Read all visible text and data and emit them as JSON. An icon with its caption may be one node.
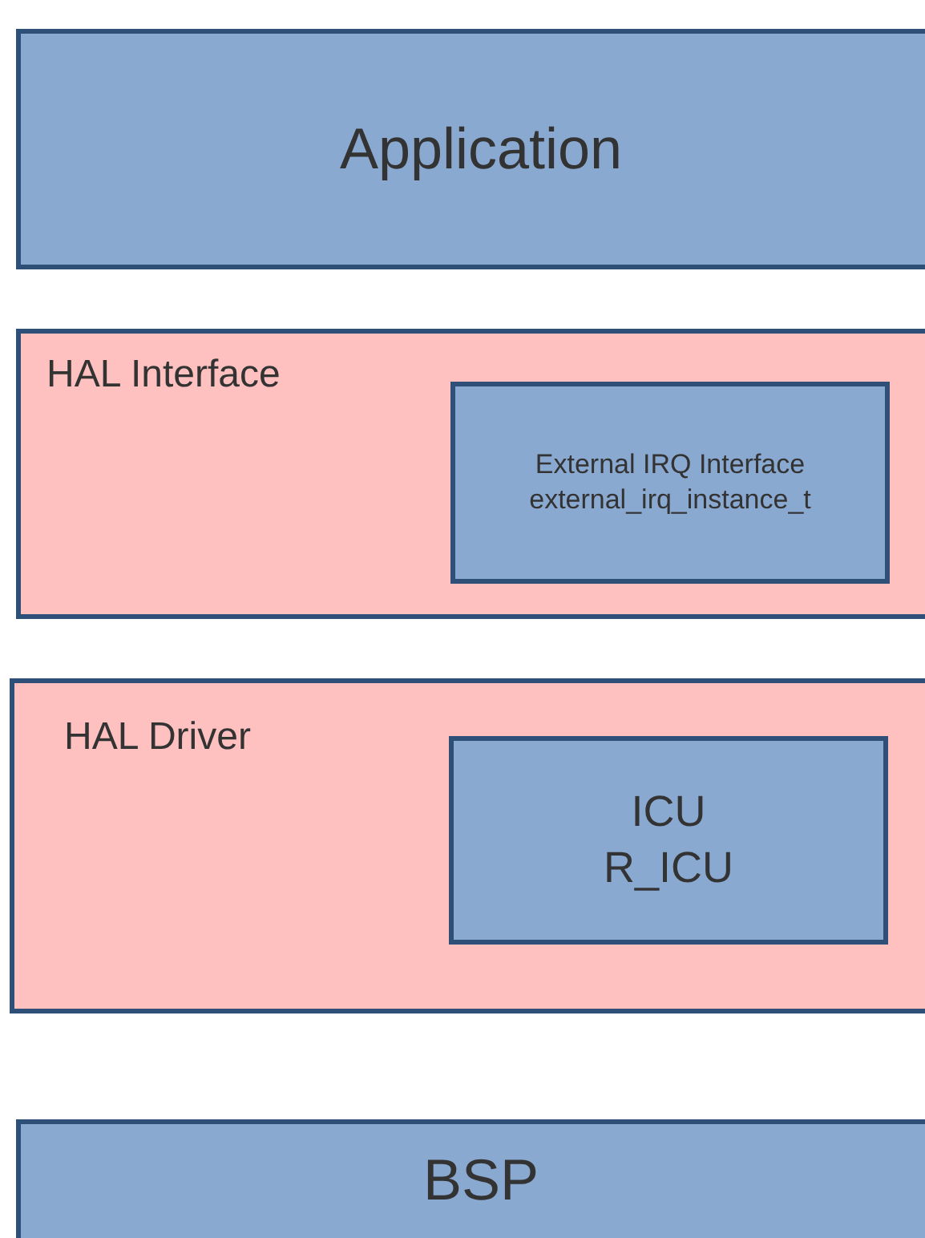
{
  "diagram": {
    "nodes": [
      {
        "text": [
          "Application"
        ]
      },
      {
        "text": [
          "HAL Interface"
        ]
      },
      {
        "text": [
          "External IRQ Interface",
          "external_irq_instance_t"
        ],
        "in": 1
      },
      {
        "text": [
          "HAL Driver"
        ]
      },
      {
        "text": [
          "ICU",
          "R_ICU"
        ],
        "in": 3
      },
      {
        "text": [
          "BSP"
        ]
      }
    ]
  }
}
